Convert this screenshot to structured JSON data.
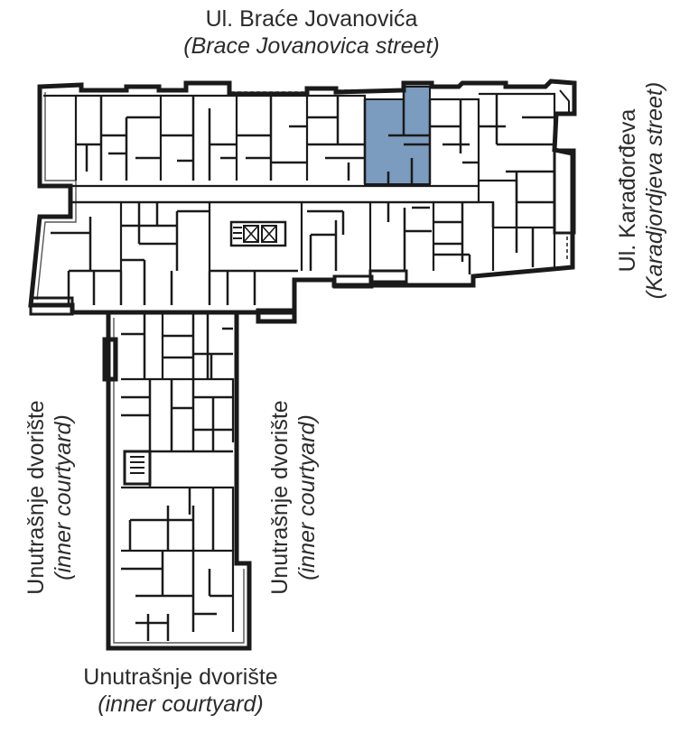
{
  "labels": {
    "top": {
      "name": "Ul. Braće Jovanovića",
      "translation": "(Brace Jovanovica street)"
    },
    "right": {
      "name": "Ul. Karađorđeva",
      "translation": "(Karadjordjeva street)"
    },
    "left": {
      "name": "Unutrašnje dvorište",
      "translation": "(inner courtyard)"
    },
    "middle": {
      "name": "Unutrašnje dvorište",
      "translation": "(inner courtyard)"
    },
    "bottom": {
      "name": "Unutrašnje dvorište",
      "translation": "(inner courtyard)"
    }
  },
  "highlight": {
    "color": "#7b9bbf"
  },
  "colors": {
    "wall": "#1a1a1a",
    "background": "#ffffff",
    "text": "#2b2b2b"
  }
}
